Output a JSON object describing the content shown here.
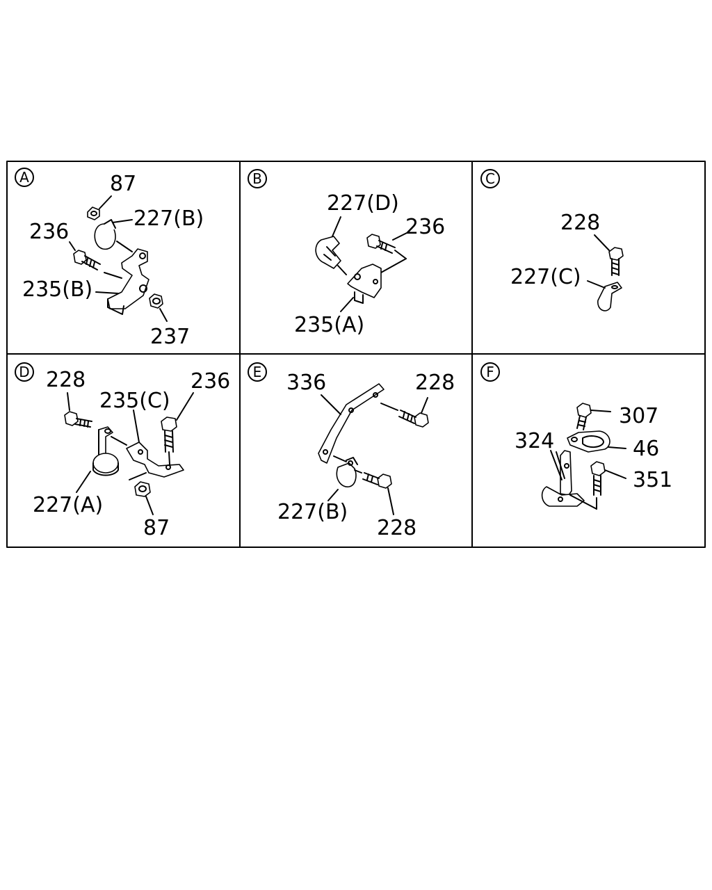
{
  "panels": [
    {
      "letter": "A",
      "parts": [
        "87",
        "227(B)",
        "236",
        "235(B)",
        "237"
      ]
    },
    {
      "letter": "B",
      "parts": [
        "227(D)",
        "236",
        "235(A)"
      ]
    },
    {
      "letter": "C",
      "parts": [
        "228",
        "227(C)"
      ]
    },
    {
      "letter": "D",
      "parts": [
        "228",
        "236",
        "235(C)",
        "227(A)",
        "87"
      ]
    },
    {
      "letter": "E",
      "parts": [
        "336",
        "228",
        "227(B)",
        "228"
      ]
    },
    {
      "letter": "F",
      "parts": [
        "307",
        "324",
        "46",
        "351"
      ]
    }
  ]
}
